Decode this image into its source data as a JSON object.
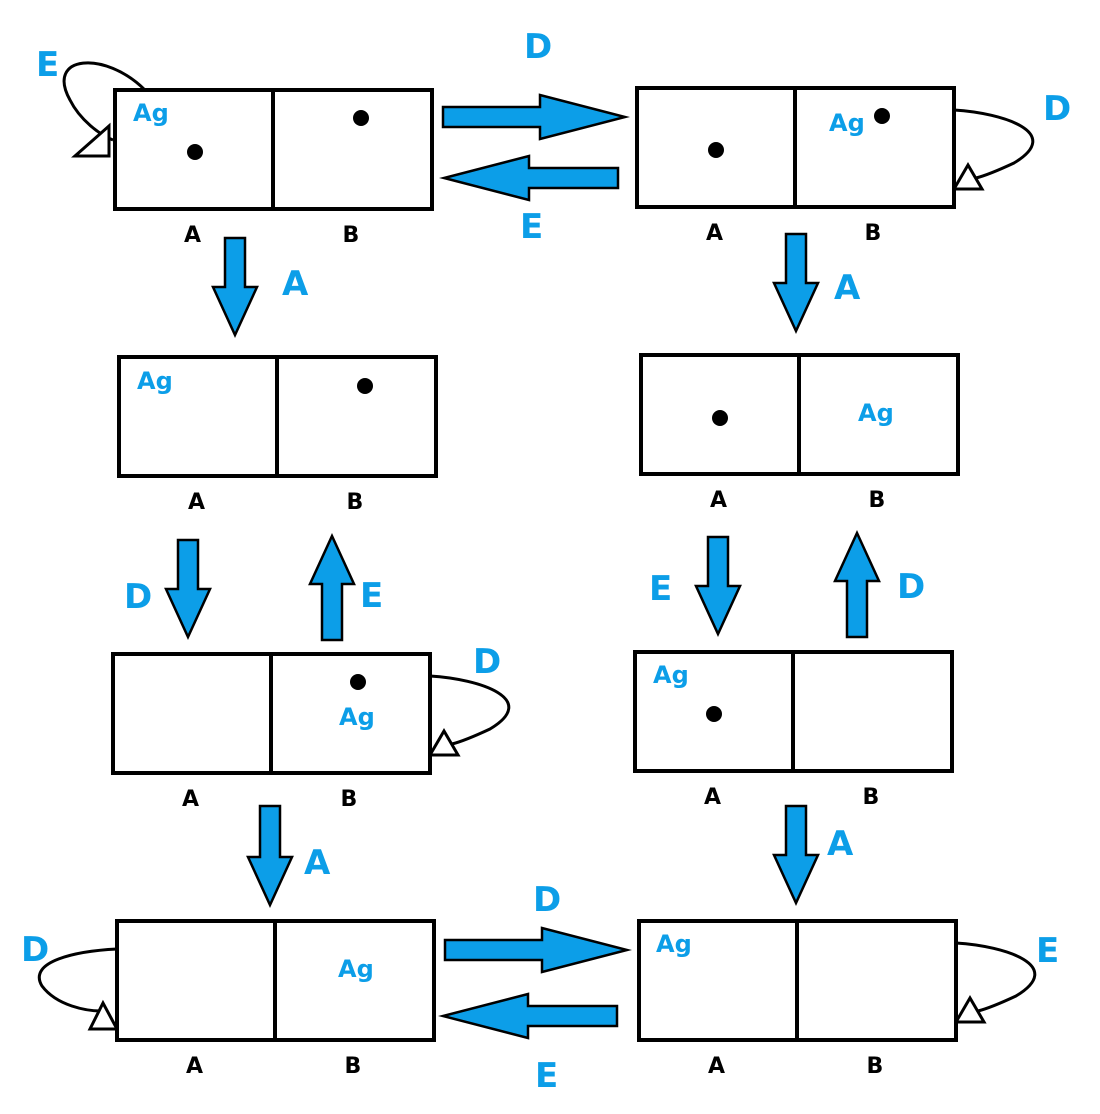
{
  "labels": {
    "agent": "Ag",
    "room_a": "A",
    "room_b": "B",
    "action_dirty": "D",
    "action_empty": "E",
    "action_aspirate": "A"
  },
  "colors": {
    "accent": "#0c9ee8",
    "stroke": "#000000",
    "background": "#ffffff"
  },
  "states": [
    {
      "id": "s1",
      "agent": "A",
      "dirt_a": true,
      "dirt_b": true,
      "self_loop": "E"
    },
    {
      "id": "s2",
      "agent": "B",
      "dirt_a": true,
      "dirt_b": true,
      "self_loop": "D"
    },
    {
      "id": "s3",
      "agent": "A",
      "dirt_a": false,
      "dirt_b": true,
      "self_loop": ""
    },
    {
      "id": "s4",
      "agent": "B",
      "dirt_a": true,
      "dirt_b": false,
      "self_loop": ""
    },
    {
      "id": "s5",
      "agent": "B",
      "dirt_a": false,
      "dirt_b": true,
      "self_loop": "D"
    },
    {
      "id": "s6",
      "agent": "A",
      "dirt_a": true,
      "dirt_b": false,
      "self_loop": ""
    },
    {
      "id": "s7",
      "agent": "B",
      "dirt_a": false,
      "dirt_b": false,
      "self_loop": "D"
    },
    {
      "id": "s8",
      "agent": "A",
      "dirt_a": false,
      "dirt_b": false,
      "self_loop": "E"
    }
  ],
  "transitions": [
    {
      "from": "s1",
      "to": "s2",
      "label": "D"
    },
    {
      "from": "s2",
      "to": "s1",
      "label": "E"
    },
    {
      "from": "s1",
      "to": "s3",
      "label": "A"
    },
    {
      "from": "s2",
      "to": "s4",
      "label": "A"
    },
    {
      "from": "s3",
      "to": "s5",
      "label": "D"
    },
    {
      "from": "s5",
      "to": "s3",
      "label": "E"
    },
    {
      "from": "s4",
      "to": "s6",
      "label": "E"
    },
    {
      "from": "s6",
      "to": "s4",
      "label": "D"
    },
    {
      "from": "s5",
      "to": "s7",
      "label": "A"
    },
    {
      "from": "s6",
      "to": "s8",
      "label": "A"
    },
    {
      "from": "s7",
      "to": "s8",
      "label": "D"
    },
    {
      "from": "s8",
      "to": "s7",
      "label": "E"
    }
  ]
}
